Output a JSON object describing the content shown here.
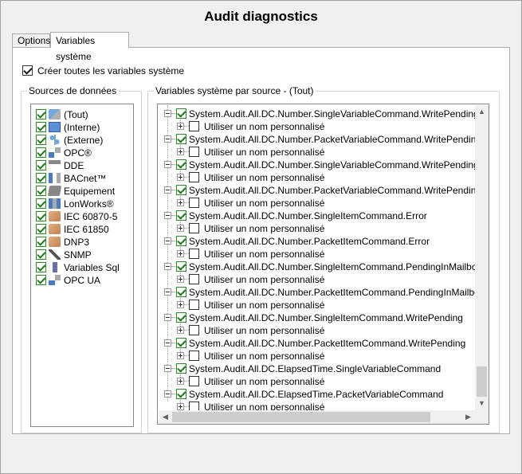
{
  "window": {
    "title": "Audit diagnostics"
  },
  "tabs": [
    {
      "label": "Options",
      "active": false
    },
    {
      "label": "Variables système",
      "active": true
    }
  ],
  "create_all": {
    "label": "Créer toutes les variables système",
    "checked": true
  },
  "sources": {
    "title": "Sources de données",
    "items": [
      {
        "label": "(Tout)",
        "icon": "all-sources-icon",
        "checked": true
      },
      {
        "label": "(Interne)",
        "icon": "computer-icon",
        "checked": true
      },
      {
        "label": "(Externe)",
        "icon": "network-icon",
        "checked": true
      },
      {
        "label": "OPC®",
        "icon": "opc-icon",
        "checked": true
      },
      {
        "label": "DDE",
        "icon": "dde-icon",
        "checked": true
      },
      {
        "label": "BACnet™",
        "icon": "bacnet-icon",
        "checked": true
      },
      {
        "label": "Equipement",
        "icon": "equipment-icon",
        "checked": true
      },
      {
        "label": "LonWorks®",
        "icon": "lonworks-icon",
        "checked": true
      },
      {
        "label": "IEC 60870-5",
        "icon": "iec-icon",
        "checked": true
      },
      {
        "label": "IEC 61850",
        "icon": "iec-icon",
        "checked": true
      },
      {
        "label": "DNP3",
        "icon": "dnp3-icon",
        "checked": true
      },
      {
        "label": "SNMP",
        "icon": "snmp-icon",
        "checked": true
      },
      {
        "label": "Variables Sql",
        "icon": "sql-icon",
        "checked": true
      },
      {
        "label": "OPC UA",
        "icon": "opcua-icon",
        "checked": true
      }
    ]
  },
  "variables": {
    "title": "Variables système par source - (Tout)",
    "child_label": "Utiliser un nom personnalisé",
    "items": [
      {
        "label": "System.Audit.All.DC.Number.SingleVariableCommand.WritePending.AllToolkits",
        "checked": true
      },
      {
        "label": "System.Audit.All.DC.Number.PacketVariableCommand.WritePending.AllToolkits",
        "checked": true
      },
      {
        "label": "System.Audit.All.DC.Number.SingleVariableCommand.WritePending.LAN",
        "checked": true
      },
      {
        "label": "System.Audit.All.DC.Number.PacketVariableCommand.WritePending.LAN",
        "checked": true
      },
      {
        "label": "System.Audit.All.DC.Number.SingleItemCommand.Error",
        "checked": true
      },
      {
        "label": "System.Audit.All.DC.Number.PacketItemCommand.Error",
        "checked": true
      },
      {
        "label": "System.Audit.All.DC.Number.SingleItemCommand.PendingInMailbox",
        "checked": true
      },
      {
        "label": "System.Audit.All.DC.Number.PacketItemCommand.PendingInMailbox",
        "checked": true
      },
      {
        "label": "System.Audit.All.DC.Number.SingleItemCommand.WritePending",
        "checked": true
      },
      {
        "label": "System.Audit.All.DC.Number.PacketItemCommand.WritePending",
        "checked": true
      },
      {
        "label": "System.Audit.All.DC.ElapsedTime.SingleVariableCommand",
        "checked": true
      },
      {
        "label": "System.Audit.All.DC.ElapsedTime.PacketVariableCommand",
        "checked": true
      }
    ]
  },
  "colors": {
    "checkbox_green": "#2e8b2e",
    "window_bg": "#f0f0f0",
    "scroll_thumb": "#cdcdcd"
  }
}
